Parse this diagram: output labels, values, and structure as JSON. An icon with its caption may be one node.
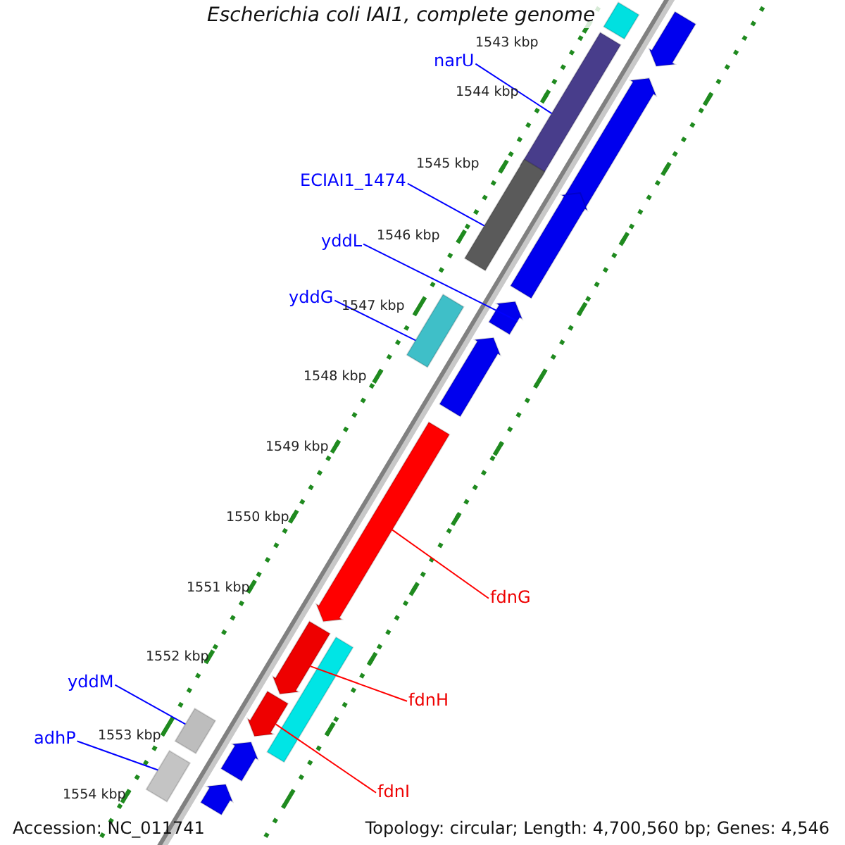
{
  "diagram": {
    "title": "Escherichia coli IAI1, complete genome",
    "nodes": [
      {
        "text": [
          "narU"
        ]
      },
      {
        "text": [],
        "shape": "bar"
      },
      {
        "text": [
          "ECIAI1_1474"
        ]
      },
      {
        "text": [],
        "shape": "bar"
      },
      {
        "text": [
          "yddL"
        ]
      },
      {
        "text": [],
        "shape": "arrow"
      },
      {
        "text": [
          "yddG"
        ]
      },
      {
        "text": [],
        "shape": "bar"
      },
      {
        "text": [
          "fdnG"
        ]
      },
      {
        "text": [],
        "shape": "arrow"
      },
      {
        "text": [
          "fdnH"
        ]
      },
      {
        "text": [],
        "shape": "arrow"
      },
      {
        "text": [
          "fdnI"
        ]
      },
      {
        "text": [],
        "shape": "arrow"
      },
      {
        "text": [
          "yddM"
        ]
      },
      {
        "text": [],
        "shape": "bar"
      },
      {
        "text": [
          "adhP"
        ]
      },
      {
        "text": [],
        "shape": "bar"
      },
      {
        "text": [],
        "shape": "bar"
      },
      {
        "text": [],
        "shape": "arrow"
      },
      {
        "text": [],
        "shape": "arrow"
      },
      {
        "text": [],
        "shape": "arrow"
      },
      {
        "text": [],
        "shape": "arrow"
      },
      {
        "text": [],
        "shape": "bar"
      },
      {
        "text": [],
        "shape": "arrow"
      },
      {
        "text": [],
        "shape": "arrow"
      }
    ],
    "edges": [
      {
        "from": 0,
        "to": 1,
        "arrow": "none"
      },
      {
        "from": 2,
        "to": 3,
        "arrow": "none"
      },
      {
        "from": 4,
        "to": 5,
        "arrow": "none"
      },
      {
        "from": 6,
        "to": 7,
        "arrow": "none"
      },
      {
        "from": 8,
        "to": 9,
        "arrow": "none",
        "color": "#ff0000"
      },
      {
        "from": 10,
        "to": 11,
        "arrow": "none",
        "color": "#ff0000"
      },
      {
        "from": 12,
        "to": 13,
        "arrow": "none",
        "color": "#ff0000"
      },
      {
        "from": 14,
        "to": 15,
        "arrow": "none"
      },
      {
        "from": 16,
        "to": 17,
        "arrow": "none"
      }
    ],
    "labels": [
      "1543 kbp",
      "1544 kbp",
      "1545 kbp",
      "1546 kbp",
      "1547 kbp",
      "1548 kbp",
      "1549 kbp",
      "1550 kbp",
      "1551 kbp",
      "1552 kbp",
      "1553 kbp",
      "1554 kbp",
      "Accession: NC_011741",
      "Topology: circular; Length: 4,700,560 bp; Genes: 4,546"
    ]
  }
}
